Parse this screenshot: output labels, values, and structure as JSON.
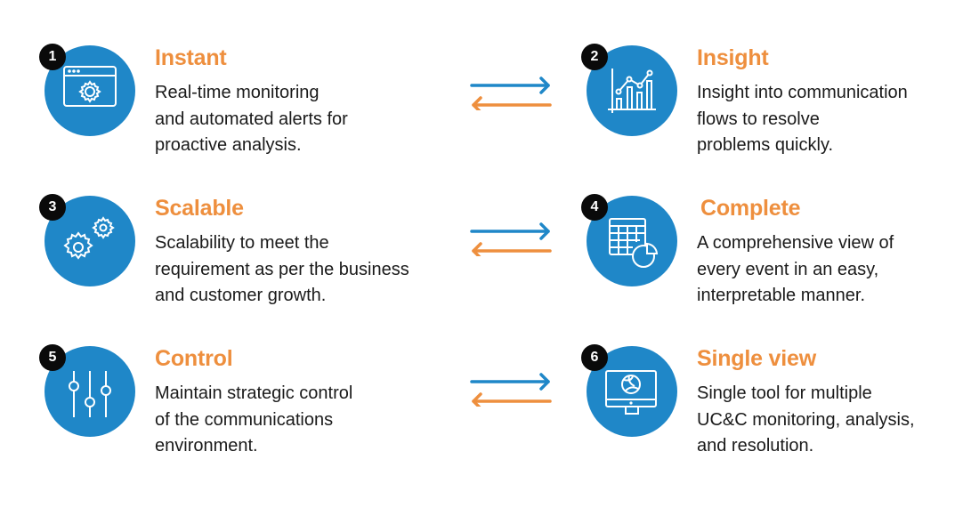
{
  "colors": {
    "circle": "#1f87c8",
    "title": "#ee8f3e",
    "badge": "#0a0a0a",
    "arrow_right": "#1f87c8",
    "arrow_left": "#ee8f3e"
  },
  "items": [
    {
      "number": "1",
      "icon": "browser-gear-icon",
      "title": "Instant",
      "description": "Real-time monitoring\nand automated alerts for\nproactive analysis."
    },
    {
      "number": "2",
      "icon": "bar-line-chart-icon",
      "title": "Insight",
      "description": "Insight into communication\nflows to resolve\nproblems quickly."
    },
    {
      "number": "3",
      "icon": "gears-icon",
      "title": "Scalable",
      "description": "Scalability to meet the\nrequirement as per the business\nand customer growth."
    },
    {
      "number": "4",
      "icon": "table-pie-chart-icon",
      "title": "Complete",
      "description": "A comprehensive view of\nevery event in an easy,\ninterpretable manner."
    },
    {
      "number": "5",
      "icon": "sliders-icon",
      "title": "Control",
      "description": "Maintain strategic control\nof the communications\nenvironment."
    },
    {
      "number": "6",
      "icon": "monitor-globe-icon",
      "title": "Single view",
      "description": "Single tool for multiple\nUC&C monitoring, analysis,\nand resolution."
    }
  ],
  "connectors": [
    {
      "icon": "bidirectional-arrows-icon",
      "between": [
        "Instant",
        "Insight"
      ]
    },
    {
      "icon": "bidirectional-arrows-icon",
      "between": [
        "Scalable",
        "Complete"
      ]
    },
    {
      "icon": "bidirectional-arrows-icon",
      "between": [
        "Control",
        "Single view"
      ]
    }
  ]
}
